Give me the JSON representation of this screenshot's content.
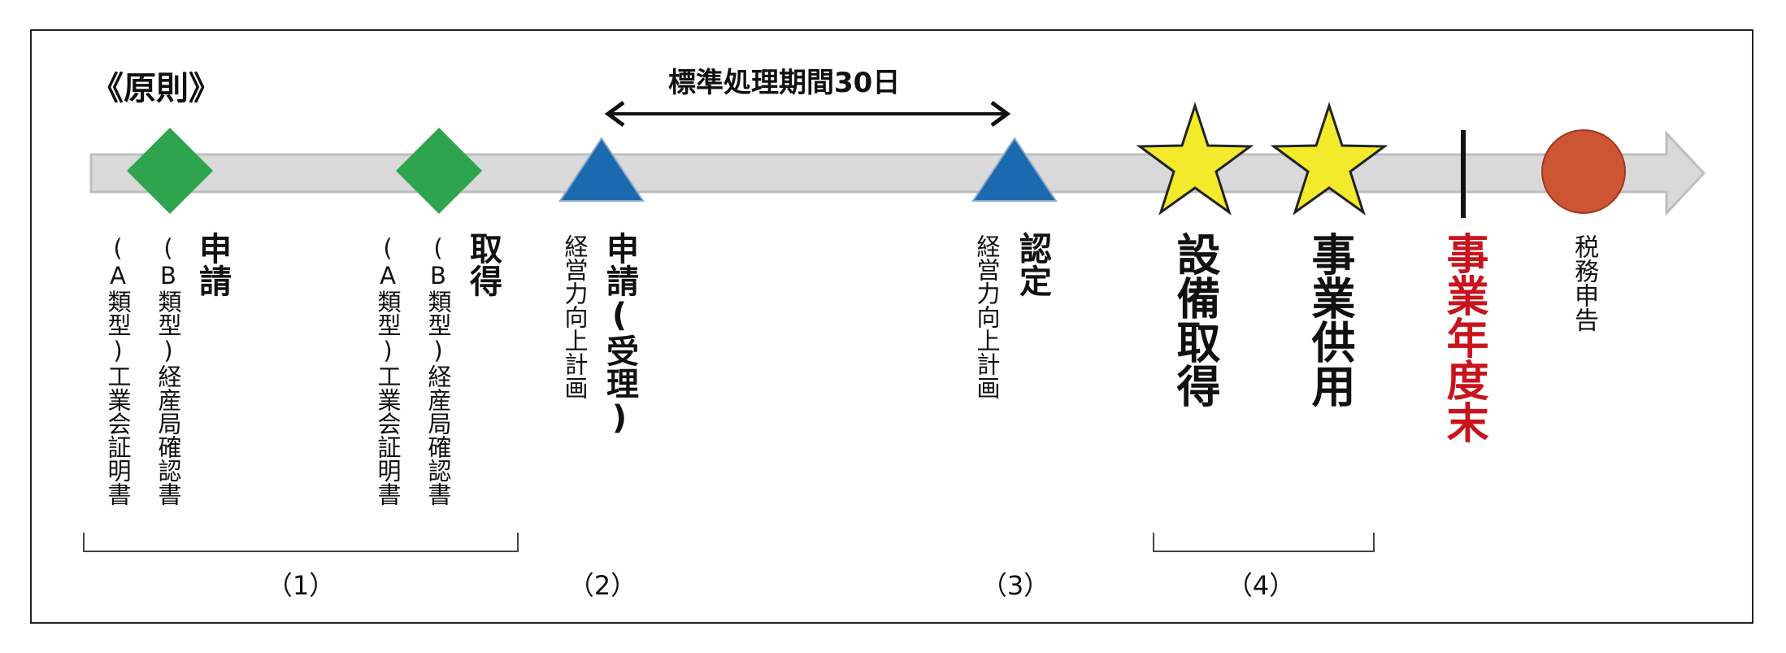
{
  "heading": "《原則》",
  "period_label": "標準処理期間30日",
  "steps": {
    "s1a_title": "申請",
    "s1a_b": "(B類型)経産局確認書",
    "s1a_a": "(A類型)工業会証明書",
    "s1b_title": "取得",
    "s1b_b": "(B類型)経産局確認書",
    "s1b_a": "(A類型)工業会証明書",
    "s2_title": "申請(受理)",
    "s2_sub": "経営力向上計画",
    "s3_title": "認定",
    "s3_sub": "経営力向上計画",
    "s4a": "設備取得",
    "s4b": "事業供用",
    "fiscal_end": "事業年度末",
    "tax": "税務申告"
  },
  "numbers": {
    "n1": "（1）",
    "n2": "（2）",
    "n3": "（3）",
    "n4": "（4）"
  },
  "colors": {
    "arrow_fill": "#d9d9d9",
    "arrow_stroke": "#bdbdbd",
    "diamond": "#2ea44f",
    "triangle": "#1b6ab0",
    "star": "#f2ea2b",
    "circle": "#cc5533",
    "fiscal_red": "#c8141c"
  }
}
